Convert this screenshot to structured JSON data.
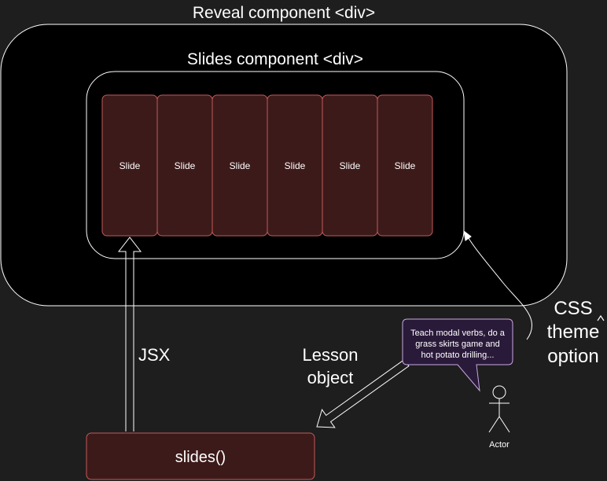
{
  "diagram": {
    "reveal_label": "Reveal component <div>",
    "slides_label": "Slides component <div>",
    "slides": [
      "Slide",
      "Slide",
      "Slide",
      "Slide",
      "Slide",
      "Slide"
    ],
    "jsx_label": "JSX",
    "lesson_label_line1": "Lesson",
    "lesson_label_line2": "object",
    "css_label_line1": "CSS",
    "css_label_line2": "theme",
    "css_label_line3": "option",
    "speech_line1": "Teach modal verbs, do a",
    "speech_line2": "grass skirts game and",
    "speech_line3": "hot potato drilling...",
    "actor_label": "Actor",
    "function_label": "slides()"
  },
  "colors": {
    "background": "#1e1e1e",
    "container_fill": "#000000",
    "container_stroke": "#ffffff",
    "slide_fill": "#3d1a1a",
    "slide_stroke": "#c05a5a",
    "speech_fill": "#2a1a3a",
    "speech_stroke": "#c8a8e0"
  }
}
